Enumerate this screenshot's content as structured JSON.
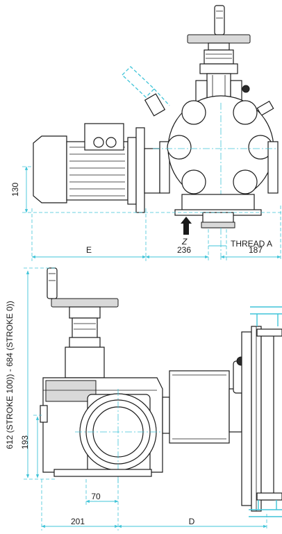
{
  "top_view": {
    "dim_130": "130",
    "dim_E": "E",
    "dim_236": "236",
    "dim_187": "187",
    "thread_label": "THREAD A",
    "view_letter": "Z"
  },
  "front_view": {
    "dim_stroke": "612 (STROKE 100)) - 684 (STROKE 0))",
    "dim_193": "193",
    "dim_70": "70",
    "dim_201": "201",
    "dim_D": "D"
  },
  "colors": {
    "dimension": "#3fc4d8",
    "line": "#1a1a1a"
  }
}
